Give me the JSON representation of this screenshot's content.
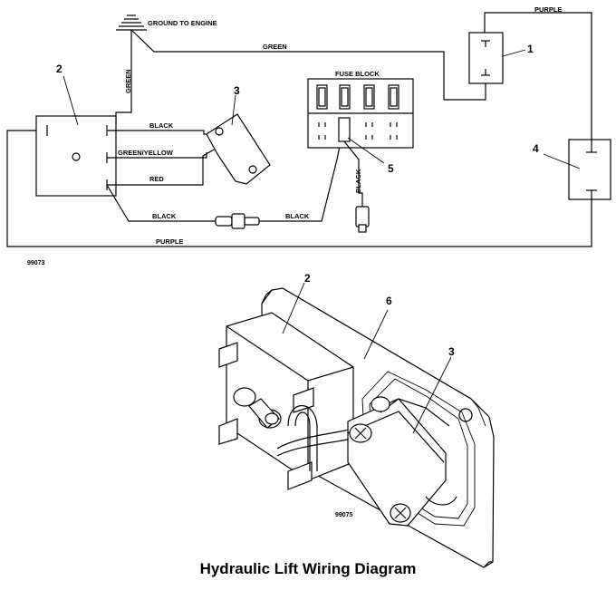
{
  "schematic": {
    "ground_label": "GROUND TO ENGINE",
    "fuse_block_label": "FUSE BLOCK",
    "wires": {
      "purple_top": "PURPLE",
      "green_top": "GREEN",
      "green_vertical": "GREEN",
      "black_1": "BLACK",
      "green_yellow": "GREEN/YELLOW",
      "red": "RED",
      "black_lower_left": "BLACK",
      "black_lower_right": "BLACK",
      "black_vertical": "BLACK",
      "purple_bottom": "PURPLE"
    },
    "callouts": {
      "c1": "1",
      "c2": "2",
      "c3": "3",
      "c4": "4",
      "c5": "5"
    },
    "figure_code": "99073"
  },
  "assembly": {
    "callouts": {
      "c2": "2",
      "c6": "6",
      "c3": "3"
    },
    "figure_code": "99075"
  },
  "caption": "Hydraulic Lift Wiring Diagram"
}
